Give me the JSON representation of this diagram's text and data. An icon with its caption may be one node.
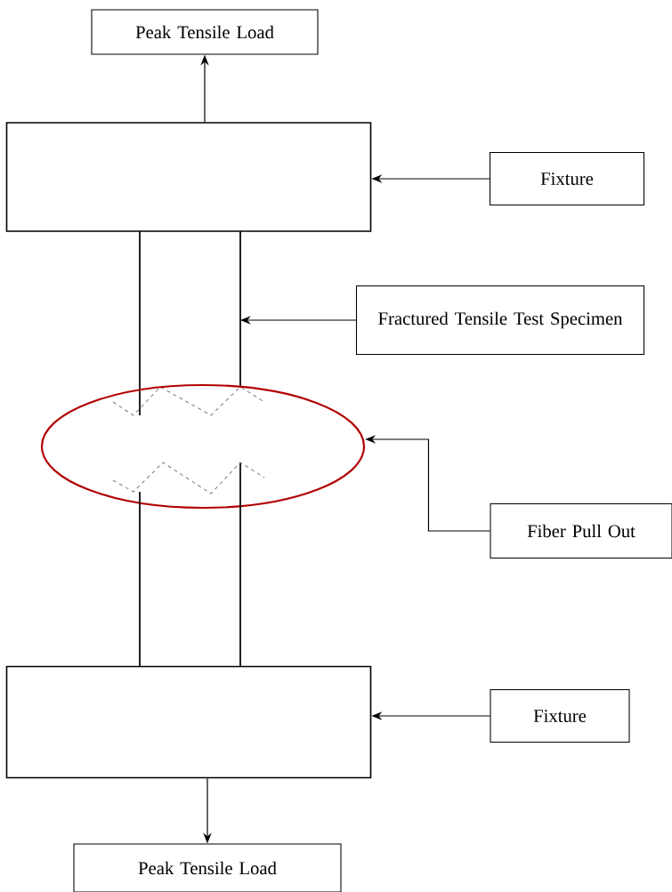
{
  "diagram": {
    "nodes": [
      {
        "text": [
          "Peak Tensile Load"
        ]
      },
      {
        "text": [],
        "shape": "box"
      },
      {
        "text": [
          "Fixture"
        ]
      },
      {
        "text": [],
        "shape": "bar"
      },
      {
        "text": [
          "Fractured Tensile Test Specimen"
        ]
      },
      {
        "text": [],
        "shape": "circle"
      },
      {
        "text": [
          "Fiber Pull Out"
        ]
      },
      {
        "text": [],
        "shape": "box"
      },
      {
        "text": [
          "Fixture"
        ]
      },
      {
        "text": [
          "Peak Tensile Load"
        ]
      }
    ],
    "edges": [
      {
        "from": 1,
        "to": 0,
        "arrow": "to"
      },
      {
        "from": 2,
        "to": 1,
        "arrow": "to"
      },
      {
        "from": 4,
        "to": 3,
        "arrow": "to"
      },
      {
        "from": 6,
        "to": 5,
        "arrow": "to"
      },
      {
        "from": 8,
        "to": 7,
        "arrow": "to"
      },
      {
        "from": 7,
        "to": 9,
        "arrow": "to"
      }
    ]
  }
}
